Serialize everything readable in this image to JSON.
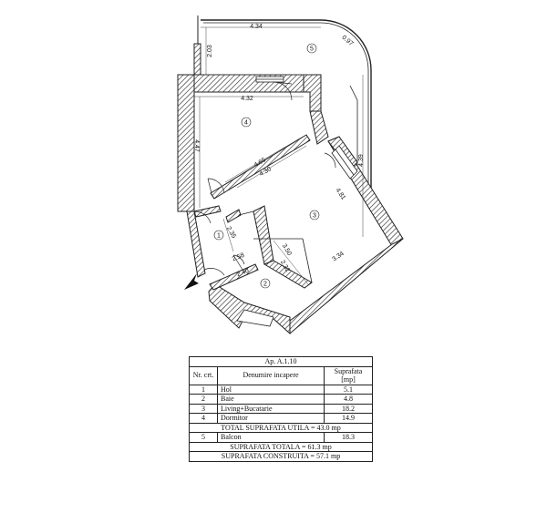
{
  "plan": {
    "dimensions": [
      "4.34",
      "2.03",
      "0.97",
      "4.32",
      "4.47",
      "4.65",
      "4.30",
      "4.39",
      "4.81",
      "2.35",
      "3.50",
      "2.58",
      "2.40",
      "2.32",
      "3.34"
    ],
    "rooms": [
      "1",
      "2",
      "3",
      "4",
      "5"
    ]
  },
  "legend": {
    "title": "Ap. A.1.10",
    "headers": {
      "nr": "Nr. crt.",
      "name": "Denumire incapere",
      "area": "Suprafata [mp]"
    },
    "rows": [
      {
        "nr": "1",
        "name": "Hol",
        "area": "5.1"
      },
      {
        "nr": "2",
        "name": "Baie",
        "area": "4.8"
      },
      {
        "nr": "3",
        "name": "Living+Bucatarie",
        "area": "18.2"
      },
      {
        "nr": "4",
        "name": "Dormitor",
        "area": "14.9"
      }
    ],
    "total_util": "TOTAL SUPRAFATA UTILA = 43.0 mp",
    "balcony": {
      "nr": "5",
      "name": "Balcon",
      "area": "18.3"
    },
    "total": "SUPRAFATA TOTALA = 61.3 mp",
    "built": "SUPRAFATA CONSTRUITA = 57.1 mp"
  }
}
